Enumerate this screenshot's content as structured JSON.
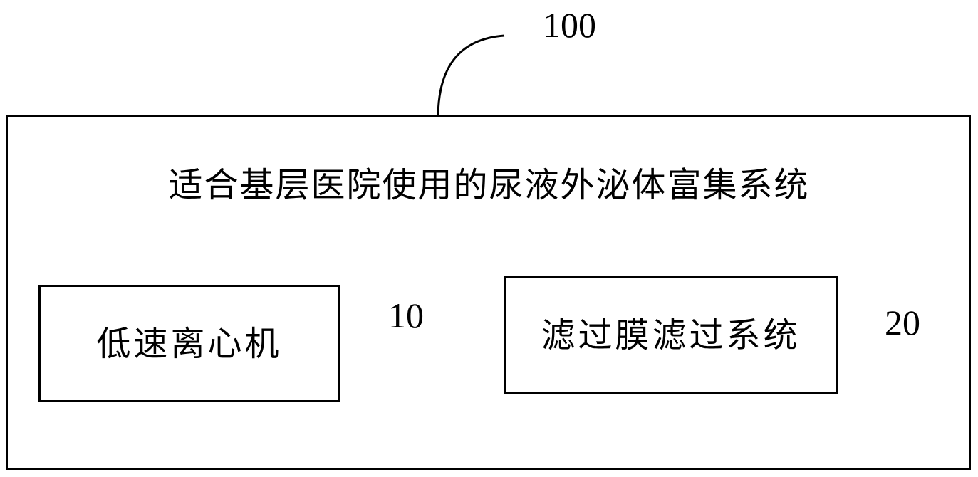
{
  "diagram": {
    "outer": {
      "ref": "100",
      "title": "适合基层医院使用的尿液外泌体富集系统"
    },
    "components": [
      {
        "ref": "10",
        "label": "低速离心机"
      },
      {
        "ref": "20",
        "label": "滤过膜滤过系统"
      }
    ],
    "colors": {
      "stroke": "#000000",
      "background": "#ffffff"
    }
  }
}
